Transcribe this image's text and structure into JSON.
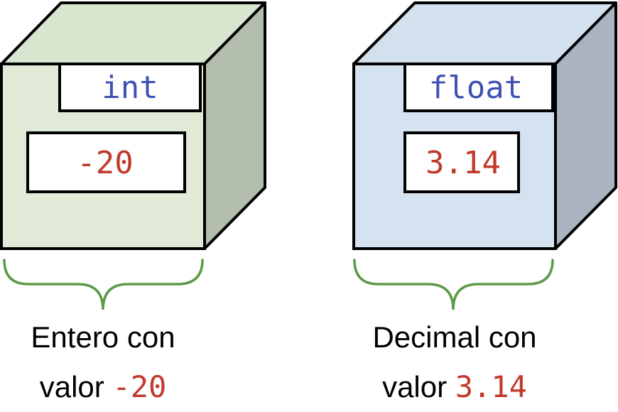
{
  "boxes": [
    {
      "type_label": "int",
      "value": "-20",
      "caption_line1": "Entero con",
      "caption_line2_prefix": "valor ",
      "caption_value": "-20",
      "front_color": "#e0ead6",
      "top_color": "#d9e6cf",
      "side_color": "#b3bfac"
    },
    {
      "type_label": "float",
      "value": "3.14",
      "caption_line1": "Decimal con",
      "caption_line2_prefix": "valor ",
      "caption_value": "3.14",
      "front_color": "#d5e2f0",
      "top_color": "#d3e0ee",
      "side_color": "#a9b4c0"
    }
  ],
  "colors": {
    "type_text": "#3f51b5",
    "value_text": "#c0392b",
    "brace": "#5a9a47",
    "outline": "#000000"
  }
}
